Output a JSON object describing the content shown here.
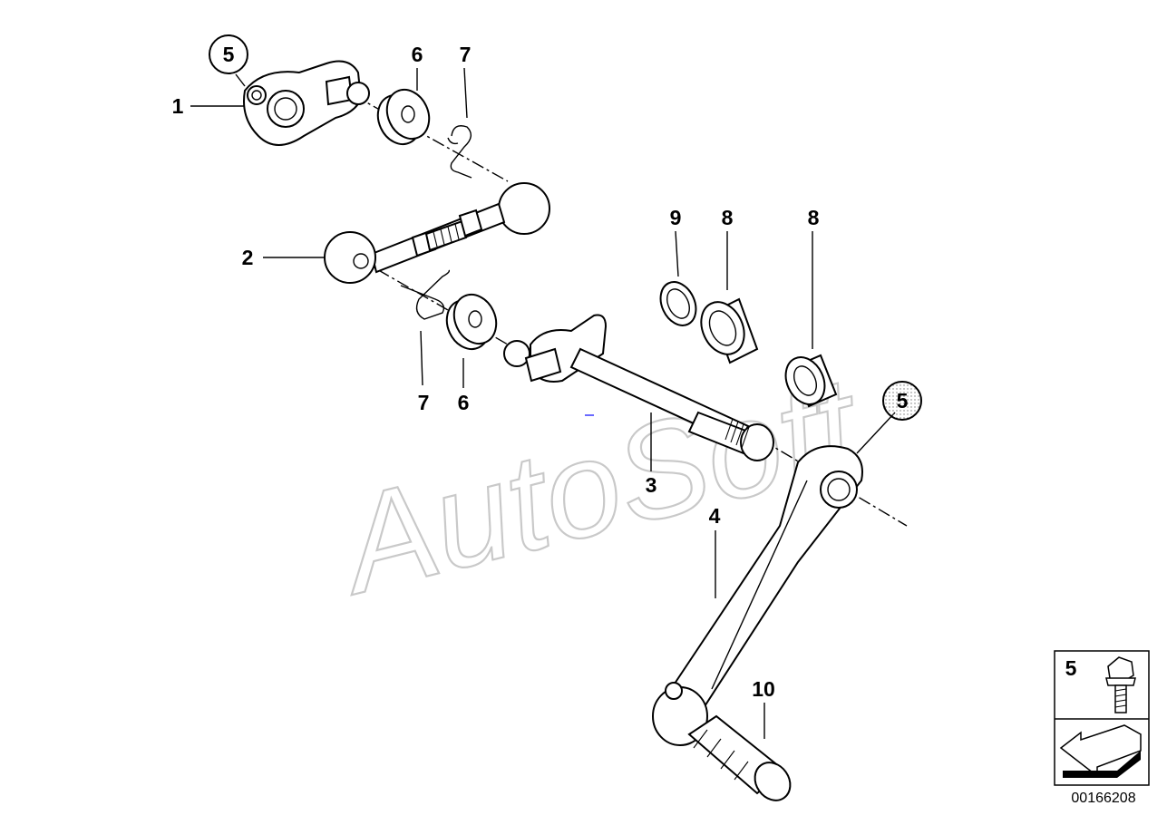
{
  "callouts": {
    "c1": "1",
    "c2": "2",
    "c3": "3",
    "c4": "4",
    "c5_top": "5",
    "c5_right": "5",
    "c6_top": "6",
    "c6_bottom": "6",
    "c7_top": "7",
    "c7_bottom": "7",
    "c8_left": "8",
    "c8_right": "8",
    "c9": "9",
    "c10": "10"
  },
  "legend": {
    "item_number": "5"
  },
  "watermark": "AutoSoft",
  "diagram_id": "00166208"
}
